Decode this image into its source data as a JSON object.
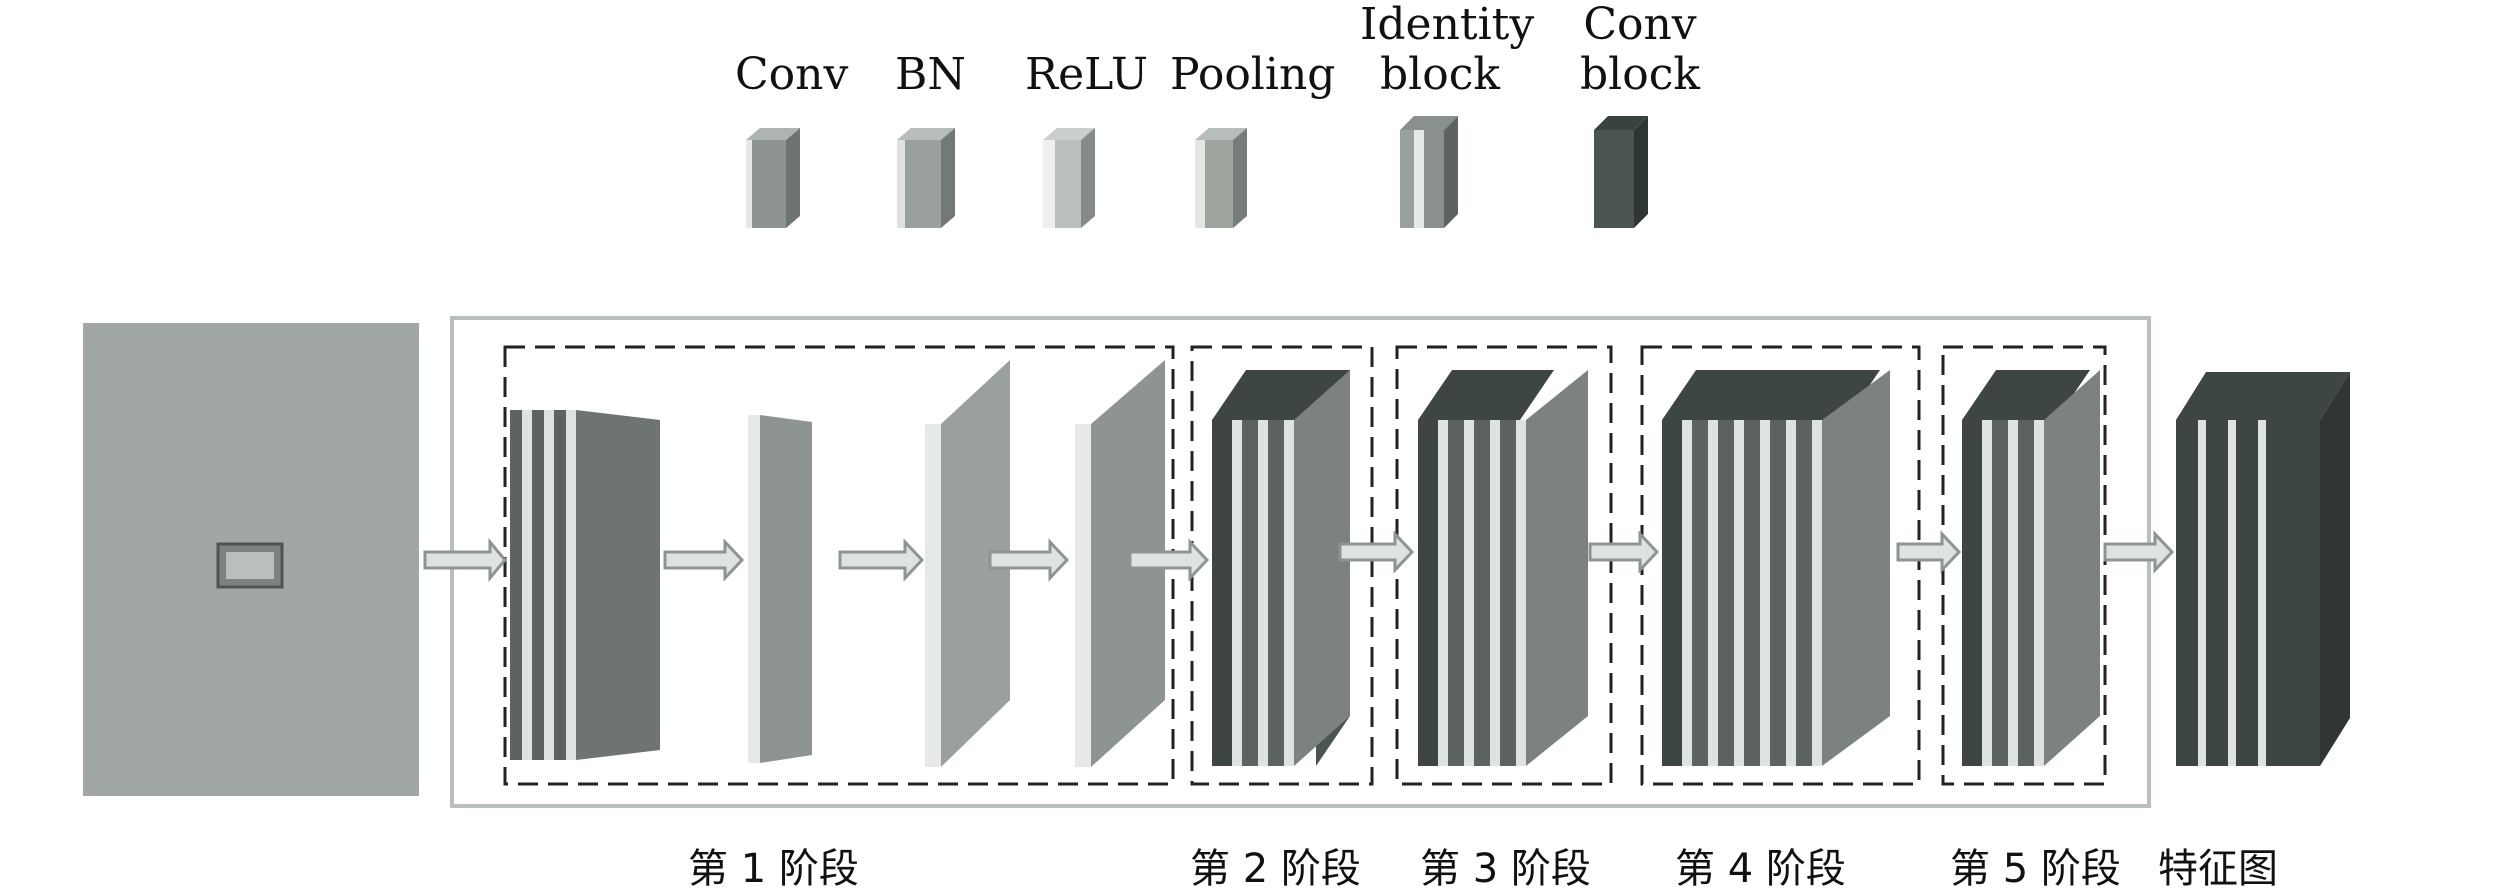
{
  "legend": {
    "items": [
      {
        "id": "conv",
        "label": "Conv"
      },
      {
        "id": "bn",
        "label": "BN"
      },
      {
        "id": "relu",
        "label": "ReLU"
      },
      {
        "id": "pooling",
        "label": "Pooling"
      },
      {
        "id": "identity",
        "label": "Identity block"
      },
      {
        "id": "convblock",
        "label": "Conv block"
      }
    ]
  },
  "stages": [
    {
      "label": "第 1 阶段"
    },
    {
      "label": "第 2 阶段"
    },
    {
      "label": "第 3 阶段"
    },
    {
      "label": "第 4 阶段"
    },
    {
      "label": "第 5 阶段"
    }
  ],
  "output_label": "特征图",
  "colors": {
    "conv": "#8e9590",
    "bn": "#9aa19c",
    "relu": "#b9c0bb",
    "pooling": "#9ea59f",
    "identity_strip": "#d9ddd8",
    "conv_block": "#4b5550",
    "input_image": "#a1a8a4",
    "frame": "#b9c0bb"
  }
}
